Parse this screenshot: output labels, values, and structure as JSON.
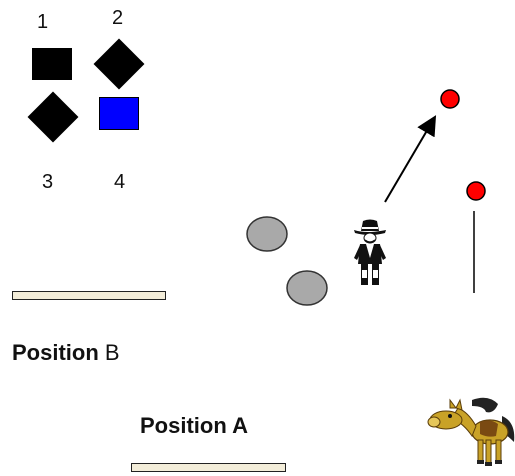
{
  "shape_labels": [
    "1",
    "2",
    "3",
    "4"
  ],
  "position_b": {
    "bold": "Position",
    "rest": " B"
  },
  "position_a": {
    "text": "Position A"
  },
  "colors": {
    "blue_square": "#0000ff",
    "red_ball": "#ff0000",
    "grey_ball": "#a9a9a9",
    "bar_fill": "#f3edd9",
    "horse_body": "#c9a227"
  },
  "icons": {
    "cowboy": "cowboy-icon",
    "horse": "horse-icon",
    "arrow": "arrow-icon"
  }
}
